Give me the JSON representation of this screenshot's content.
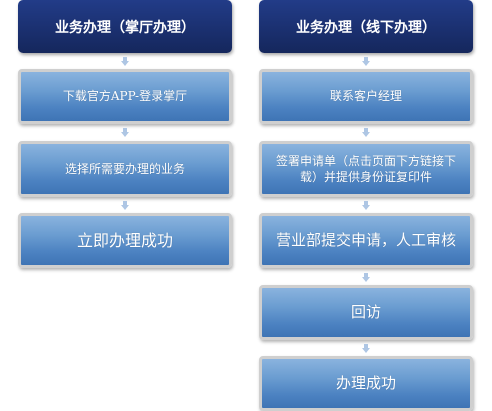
{
  "left_column": {
    "header": "业务办理（掌厅办理）",
    "steps": [
      "下载官方APP-登录掌厅",
      "选择所需要办理的业务",
      "立即办理成功"
    ]
  },
  "right_column": {
    "header": "业务办理（线下办理）",
    "steps": [
      "联系客户经理",
      "签署申请单（点击页面下方链接下载）并提供身份证复印件",
      "营业部提交申请，人工审核",
      "回访",
      "办理成功"
    ]
  },
  "colors": {
    "header_bg": "#1a2f6e",
    "step_bg": "#5b8fca",
    "step_border": "#cfcfcf",
    "arrow": "#aec6e4"
  }
}
